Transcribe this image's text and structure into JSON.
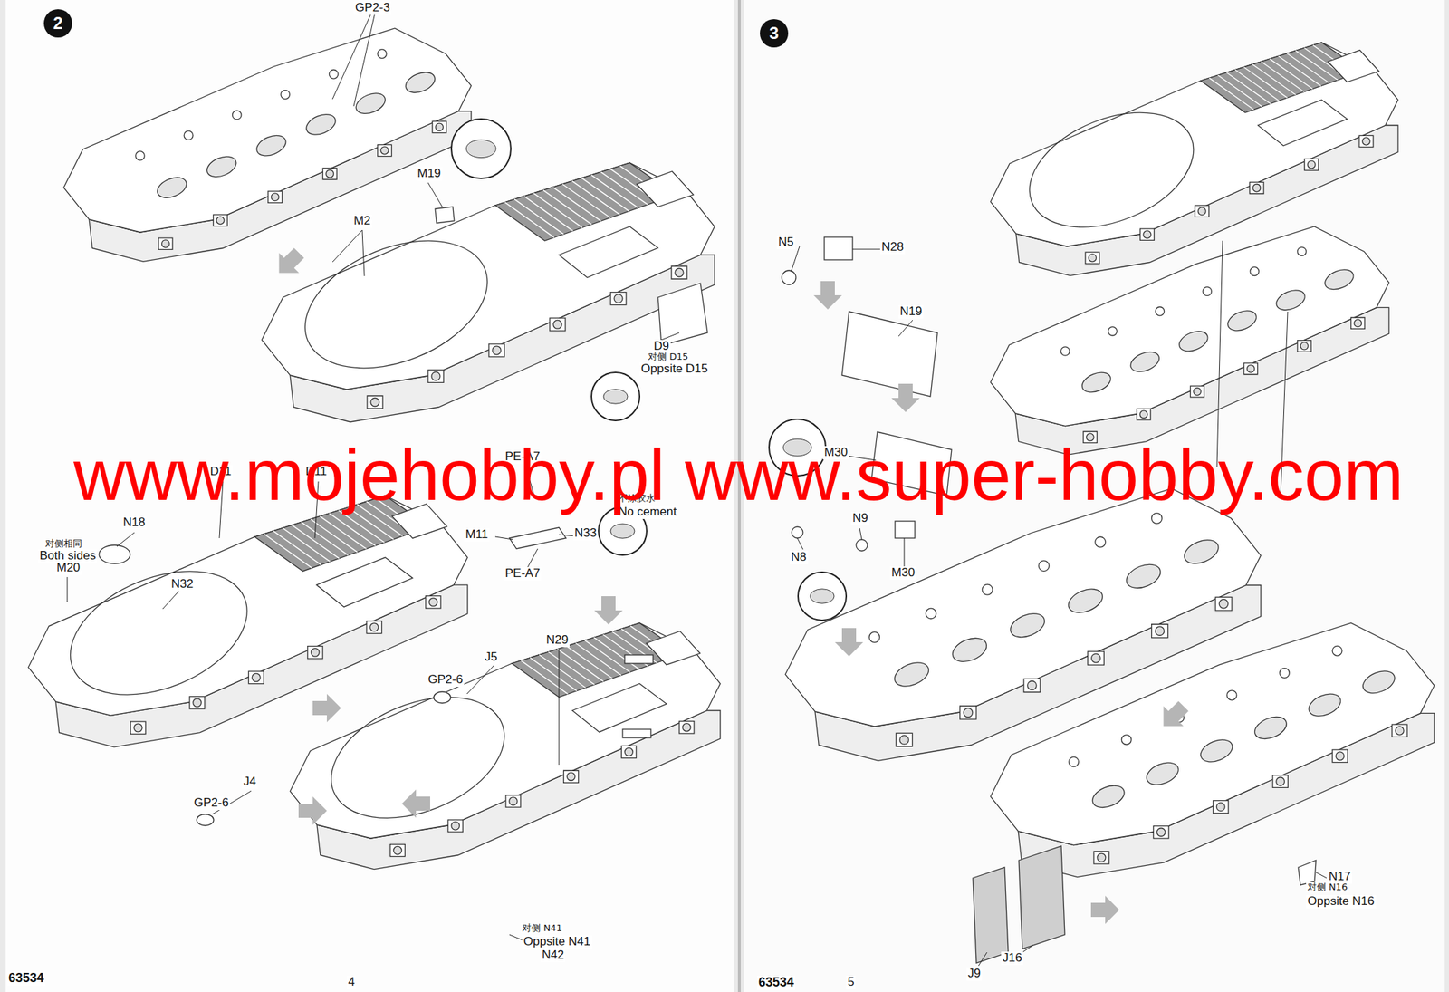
{
  "diagram": {
    "nodes": [
      {
        "text": [
          "2"
        ]
      },
      {
        "text": [
          "3"
        ]
      }
    ],
    "labels": [
      "GP2-3",
      "M19",
      "M2",
      "D9",
      "对侧 D15",
      "Oppsite D15",
      "PE-A7",
      "D11",
      "D11",
      "不涂胶水",
      "No cement",
      "M11",
      "N33",
      "PE-A7",
      "对侧相同",
      "Both sides",
      "M20",
      "N18",
      "N32",
      "GP2-6",
      "J5",
      "N29",
      "GP2-6",
      "J4",
      "对侧 N41",
      "Oppsite N41",
      "N42",
      "63534",
      "4",
      "N5",
      "N28",
      "N19",
      "M30",
      "N8",
      "N9",
      "M30",
      "N17",
      "对侧 N16",
      "Oppsite N16",
      "J9",
      "J16",
      "63534",
      "5",
      "www.mojehobby.pl www.super-hobby.com"
    ]
  }
}
